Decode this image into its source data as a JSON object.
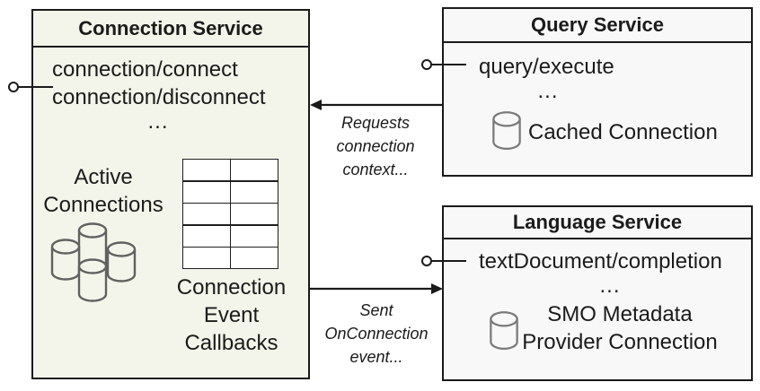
{
  "colors": {
    "connection_box_bg": "#f3f5ea",
    "service_box_bg": "#f8f8f9",
    "line": "#1a1a1a",
    "cluster_icon_gray": "#616161",
    "cylinder_icon_gray": "#7a7a7a"
  },
  "connection_service": {
    "title": "Connection Service",
    "methods": [
      "connection/connect",
      "connection/disconnect"
    ],
    "ellipsis": "...",
    "active_connections": {
      "lines": [
        "Active",
        "Connections"
      ]
    },
    "callbacks": {
      "lines": [
        "Connection",
        "Event",
        "Callbacks"
      ]
    }
  },
  "query_service": {
    "title": "Query Service",
    "methods": [
      "query/execute"
    ],
    "ellipsis": "...",
    "cached_connection_label": "Cached Connection"
  },
  "language_service": {
    "title": "Language Service",
    "methods": [
      "textDocument/completion"
    ],
    "ellipsis": "...",
    "smo": {
      "lines": [
        "SMO Metadata",
        "Provider Connection"
      ]
    }
  },
  "annotations": {
    "requests": {
      "lines": [
        "Requests",
        "connection",
        "context..."
      ]
    },
    "on_connection": {
      "lines": [
        "Sent",
        "OnConnection",
        "event..."
      ]
    }
  },
  "icons": {
    "active_connections": "database-cylinder-cluster",
    "callbacks": "table-grid",
    "cached_connection": "database-cylinder",
    "smo": "database-cylinder",
    "connectors": "lollipop-interface"
  }
}
